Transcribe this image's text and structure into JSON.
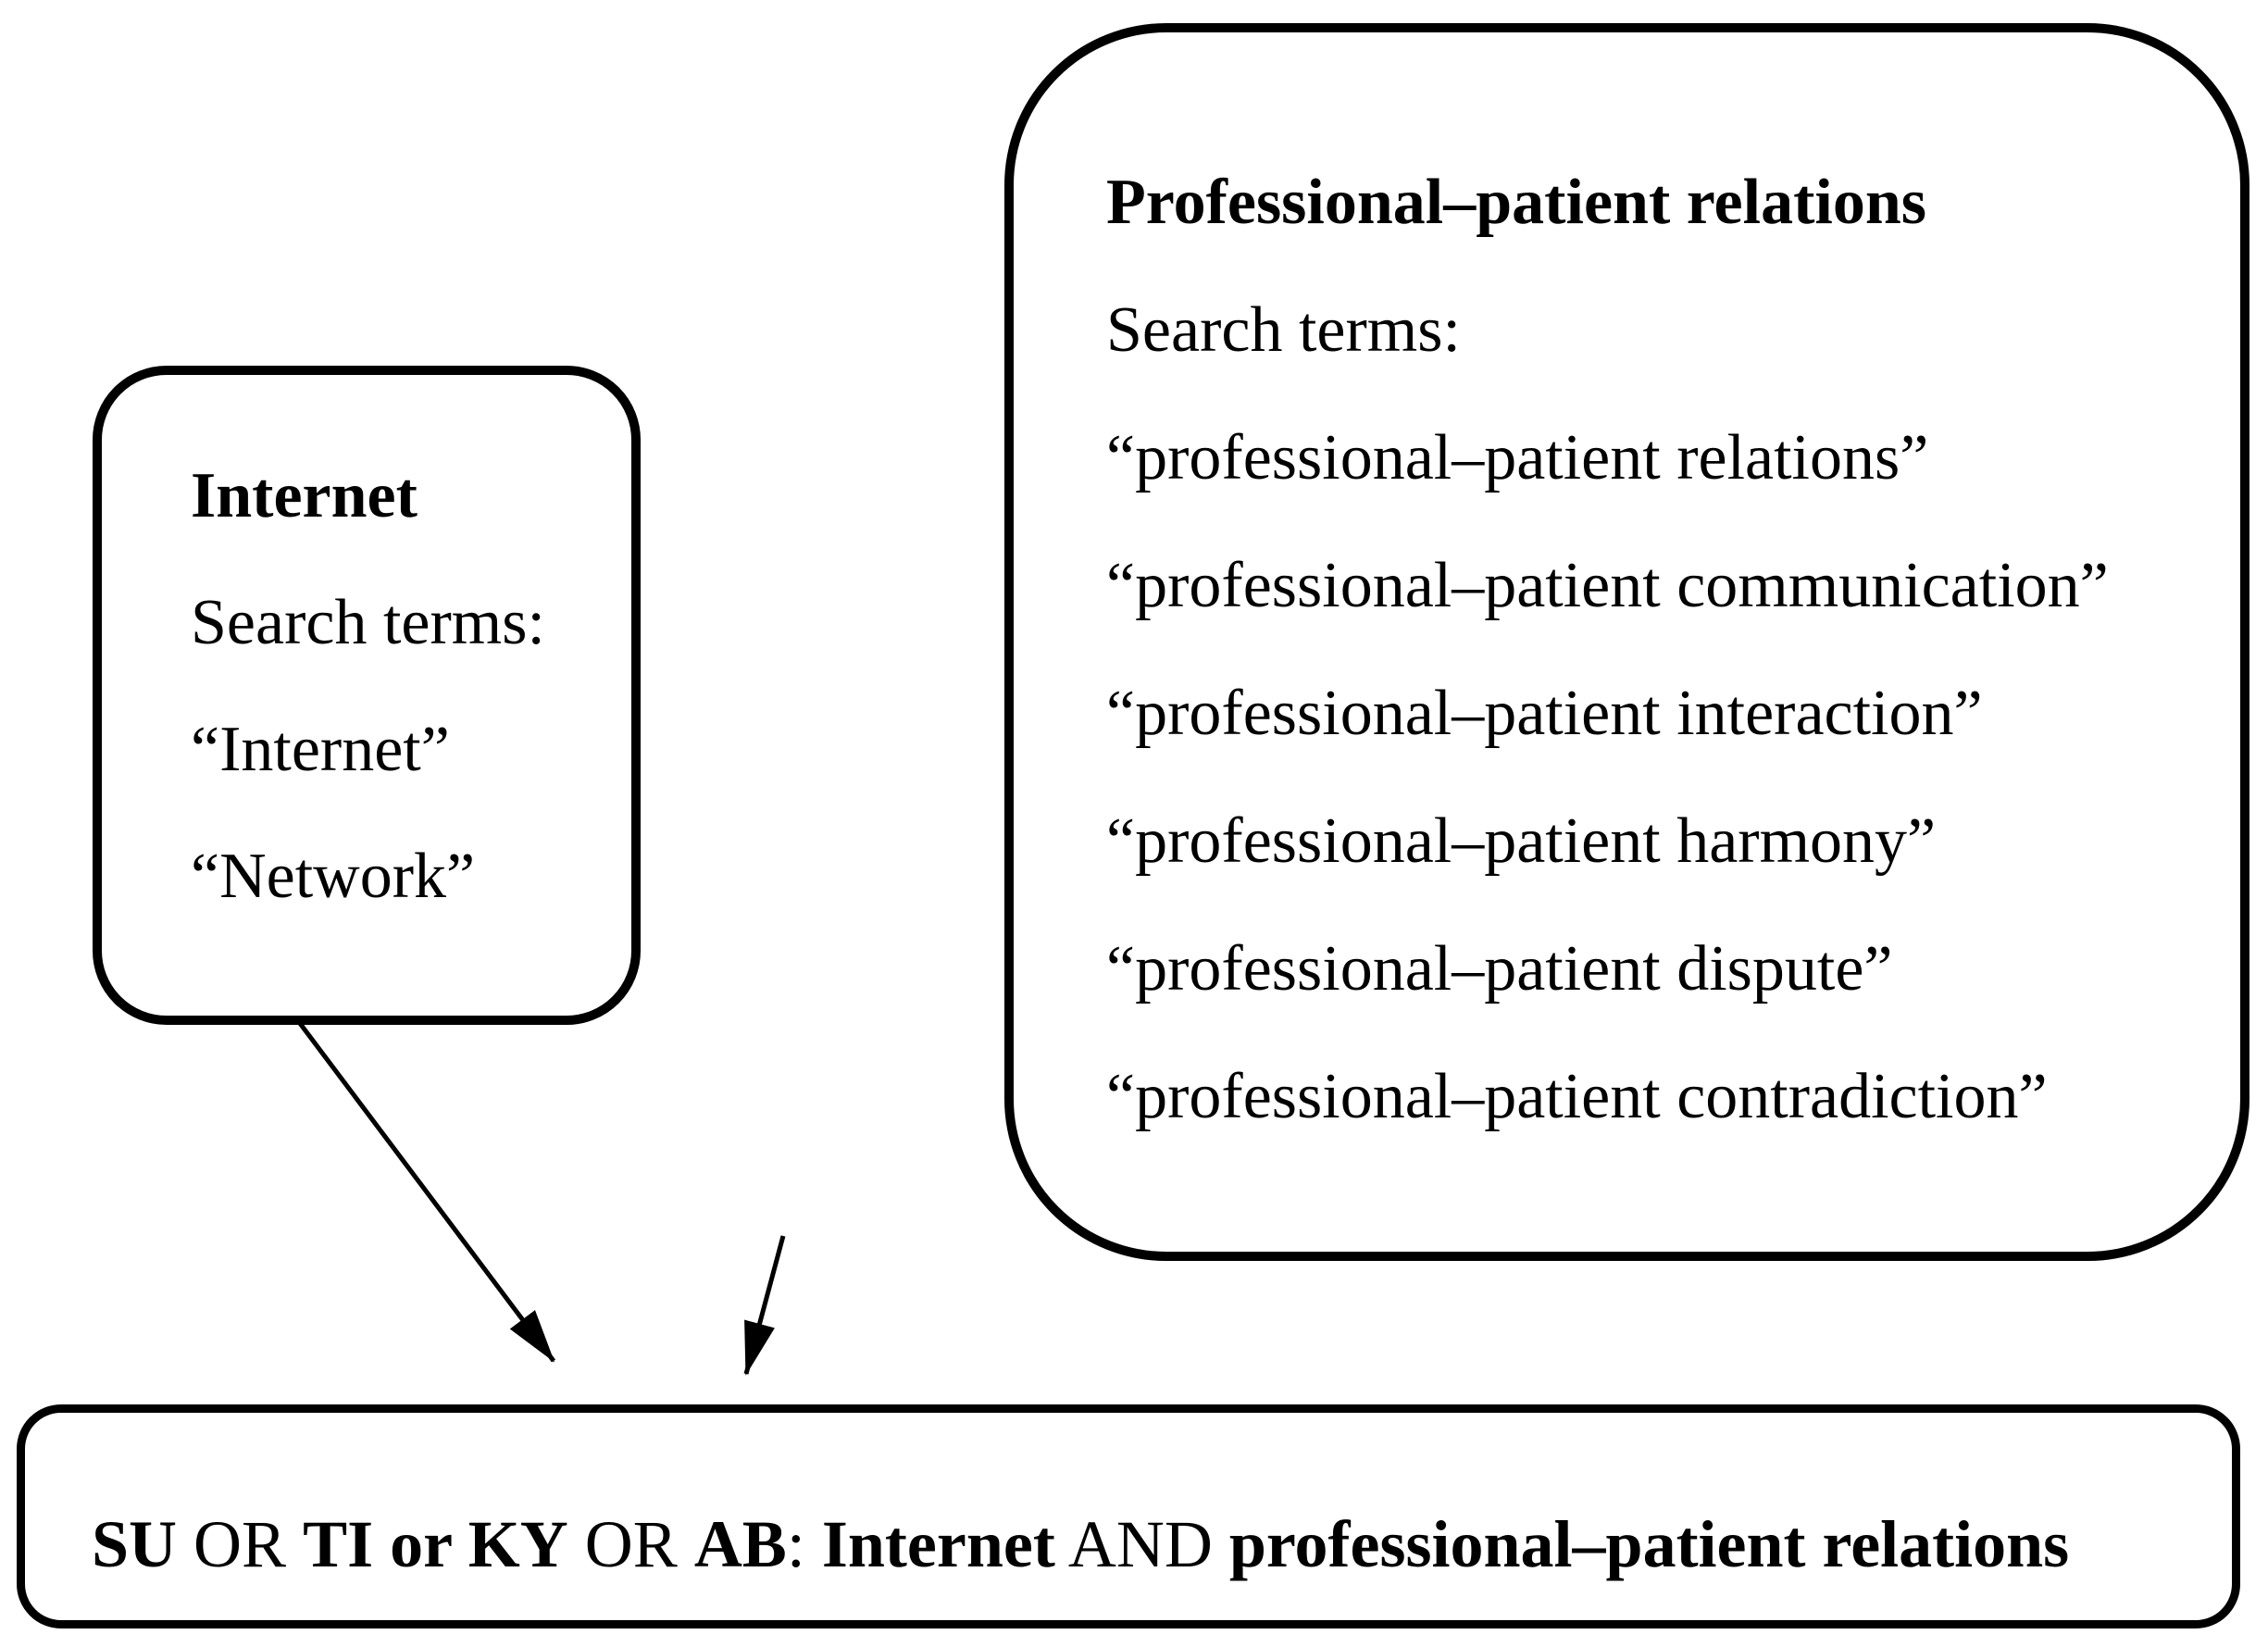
{
  "figure": {
    "background": "#ffffff",
    "ink": "#000000"
  },
  "internet_box": {
    "title": "Internet",
    "search_terms_label": "Search terms:",
    "terms": [
      "“Internet”",
      "“Network”"
    ]
  },
  "relations_box": {
    "title": "Professional–patient relations",
    "search_terms_label": "Search terms:",
    "terms": [
      "“professional–patient relations”",
      "“professional–patient communication”",
      "“professional–patient interaction”",
      "“professional–patient harmony”",
      "“professional–patient dispute”",
      "“professional–patient contradiction”"
    ]
  },
  "result_box": {
    "segments": [
      {
        "text": "SU",
        "bold": true
      },
      {
        "text": " OR ",
        "bold": false
      },
      {
        "text": "TI or KY",
        "bold": true
      },
      {
        "text": " OR ",
        "bold": false
      },
      {
        "text": "AB",
        "bold": true
      },
      {
        "text": ": ",
        "bold": false
      },
      {
        "text": "Internet",
        "bold": true
      },
      {
        "text": " AND ",
        "bold": false
      },
      {
        "text": "professional–patient relations",
        "bold": true
      }
    ]
  }
}
